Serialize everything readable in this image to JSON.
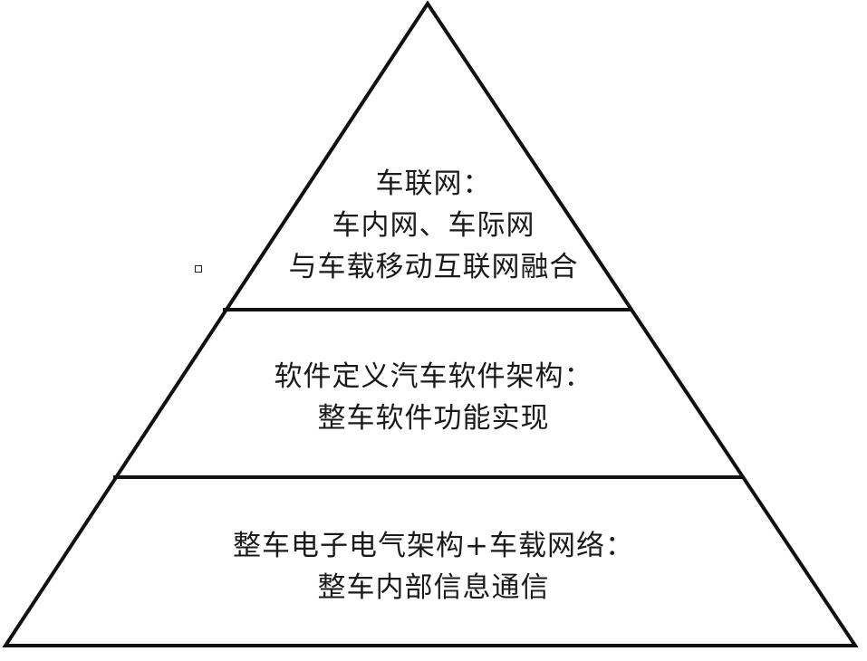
{
  "diagram": {
    "tiers": [
      {
        "id": "top",
        "lines": [
          "车联网：",
          "车内网、车际网",
          "与车载移动互联网融合"
        ]
      },
      {
        "id": "middle",
        "lines": [
          "软件定义汽车软件架构：",
          "整车软件功能实现"
        ]
      },
      {
        "id": "bottom",
        "lines": [
          "整车电子电气架构+车载网络：",
          "整车内部信息通信"
        ]
      }
    ],
    "line_color": "#111111",
    "text_color": "#1a1a1a",
    "background": "#ffffff"
  }
}
